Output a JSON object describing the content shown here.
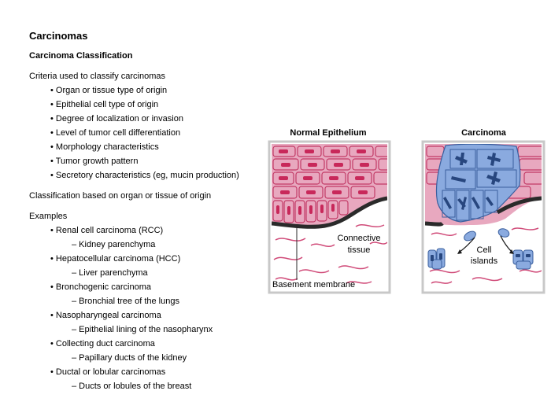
{
  "page": {
    "title": "Carcinomas",
    "subtitle": "Carcinoma Classification"
  },
  "criteria": {
    "heading": "Criteria used to classify carcinomas",
    "items": [
      "• Organ or tissue type of origin",
      "• Epithelial cell type of origin",
      "• Degree of localization or invasion",
      "• Level of tumor cell differentiation",
      "• Morphology characteristics",
      "• Tumor growth pattern",
      "• Secretory characteristics (eg, mucin production)"
    ]
  },
  "classification": {
    "text": "Classification based on organ or tissue of origin"
  },
  "examples": {
    "heading": "Examples",
    "items": [
      {
        "name": "• Renal cell carcinoma (RCC)",
        "detail": "– Kidney parenchyma"
      },
      {
        "name": "• Hepatocellular carcinoma (HCC)",
        "detail": "– Liver parenchyma"
      },
      {
        "name": "• Bronchogenic carcinoma",
        "detail": "– Bronchial tree of the lungs"
      },
      {
        "name": "• Nasopharyngeal carcinoma",
        "detail": "– Epithelial lining of the nasopharynx"
      },
      {
        "name": "• Collecting duct carcinoma",
        "detail": "– Papillary ducts of the kidney"
      },
      {
        "name": "• Ductal or lobular carcinomas",
        "detail": "– Ducts or lobules of the breast"
      }
    ]
  },
  "figure": {
    "normal": {
      "title": "Normal Epithelium",
      "connective_line1": "Connective",
      "connective_line2": "tissue",
      "basement": "Basement membrane"
    },
    "carcinoma": {
      "title": "Carcinoma",
      "cell_line1": "Cell",
      "cell_line2": "islands"
    },
    "colors": {
      "epithelium": "#e8a8bf",
      "cell_border": "#c23a66",
      "nucleus": "#c8285a",
      "fiber": "#d04a78",
      "tumor_cell": "#8aaadf",
      "tumor_border": "#3a5f9e",
      "tumor_nucleus": "#27467e",
      "frame": "#c8c8c8",
      "membrane": "#2a2a2a"
    }
  }
}
